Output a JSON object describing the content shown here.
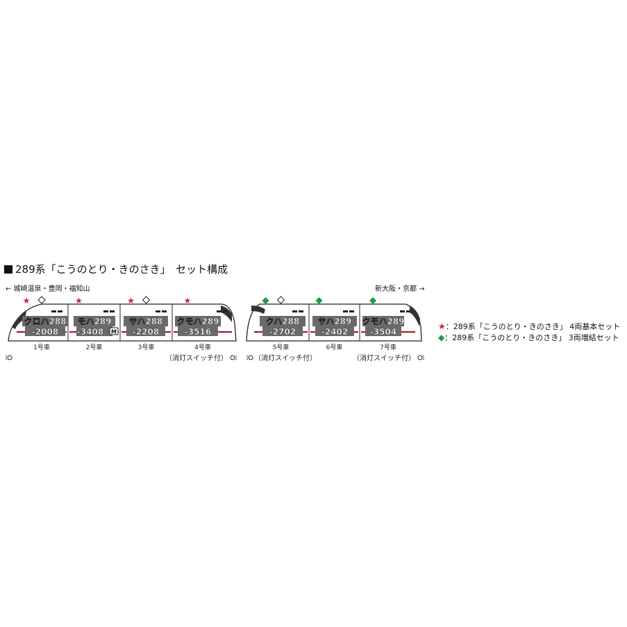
{
  "title": "289系「こうのとり・きのさき」　セット構成",
  "direction_left": "← 城崎温泉・豊岡・福知山",
  "direction_right": "新大阪・京都 →",
  "colors": {
    "star": "#c8202c",
    "diamond": "#1a9a4a",
    "stripe": "#b3141c",
    "plate": "#6a6a6a"
  },
  "cars": [
    {
      "name": "クロハ288",
      "number": "-2008",
      "label": "1号車",
      "mark": "star",
      "pantograph": true,
      "motor": false
    },
    {
      "name": "モハ289",
      "number": "-3408",
      "label": "2号車",
      "mark": "star",
      "pantograph": false,
      "motor": true
    },
    {
      "name": "サハ288",
      "number": "-2208",
      "label": "3号車",
      "mark": "star",
      "pantograph": true,
      "motor": false
    },
    {
      "name": "クモハ289",
      "number": "-3516",
      "label": "4号車",
      "mark": "star",
      "pantograph": false,
      "motor": false
    },
    {
      "name": "クハ288",
      "number": "-2702",
      "label": "5号車",
      "mark": "diamond",
      "pantograph": true,
      "motor": false
    },
    {
      "name": "サハ289",
      "number": "-2402",
      "label": "6号車",
      "mark": "diamond",
      "pantograph": false,
      "motor": false
    },
    {
      "name": "クモハ289",
      "number": "-3504",
      "label": "7号車",
      "mark": "diamond",
      "pantograph": false,
      "motor": false
    }
  ],
  "motor_badge": "M",
  "switch_notes": [
    "（消灯スイッチ付）",
    "（消灯スイッチ付）",
    "（消灯スイッチ付）"
  ],
  "legend": [
    {
      "mark": "★",
      "text": "：289系「こうのとり・きのさき」 4両基本セット"
    },
    {
      "mark": "◆",
      "text": "：289系「こうのとり・きのさき」 3両増結セット"
    }
  ]
}
